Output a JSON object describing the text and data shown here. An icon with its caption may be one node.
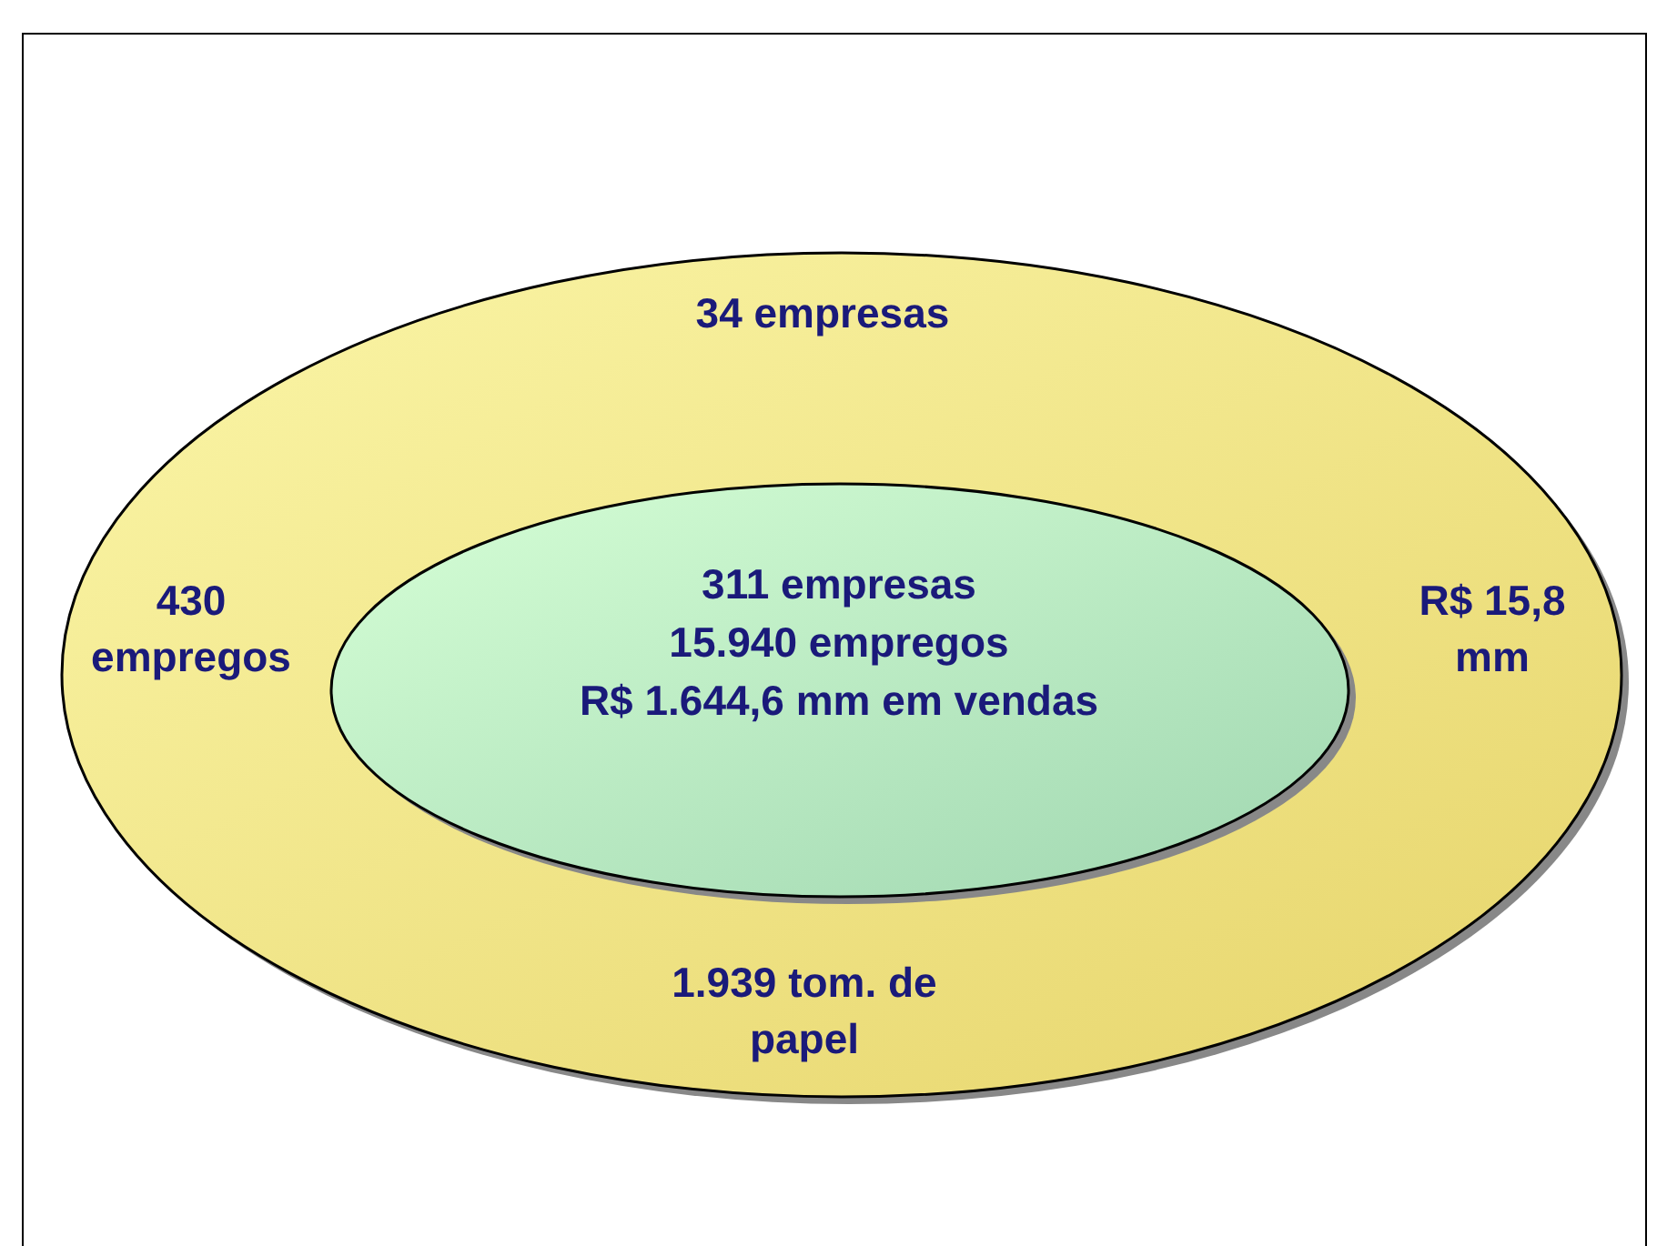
{
  "diagram": {
    "nodes": [
      {
        "text": [
          "34 empresas",
          "430 empregos",
          "R$ 15,8 mm",
          "1.939 tom. de papel"
        ]
      },
      {
        "text": [
          "311 empresas",
          "15.940 empregos",
          "R$ 1.644,6 mm em vendas"
        ],
        "in": 0
      }
    ],
    "edges": []
  }
}
